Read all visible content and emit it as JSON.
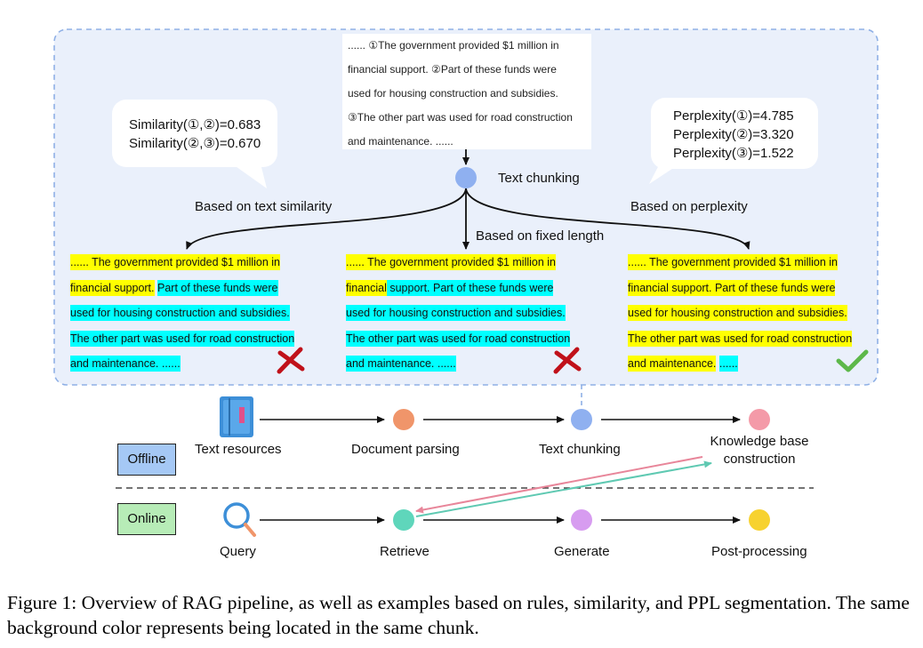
{
  "source_text": [
    "...... ①The government provided $1 million in",
    "financial support. ②Part of these funds were",
    "used for housing construction and subsidies.",
    "③The other part was used for road construction",
    "and maintenance. ......"
  ],
  "similarity": {
    "line1": "Similarity(①,②)=0.683",
    "line2": "Similarity(②,③)=0.670"
  },
  "perplexity": {
    "line1": "Perplexity(①)=4.785",
    "line2": "Perplexity(②)=3.320",
    "line3": "Perplexity(③)=1.522"
  },
  "labels": {
    "text_chunking_top": "Text chunking",
    "based_on_similarity": "Based on text similarity",
    "based_on_fixed": "Based on fixed length",
    "based_on_perplexity": "Based on perplexity"
  },
  "chunks": {
    "similarity": [
      [
        {
          "t": "...... The government provided $1 million in",
          "c": "y"
        }
      ],
      [
        {
          "t": "financial support.",
          "c": "y"
        },
        {
          "t": " ",
          "c": ""
        },
        {
          "t": "Part of these funds were",
          "c": "c"
        }
      ],
      [
        {
          "t": "used for housing construction and subsidies.",
          "c": "c"
        }
      ],
      [
        {
          "t": "The other part was used for road construction",
          "c": "c"
        }
      ],
      [
        {
          "t": "and maintenance. ......",
          "c": "c"
        }
      ]
    ],
    "fixed": [
      [
        {
          "t": "...... The government provided $1 million in",
          "c": "y"
        }
      ],
      [
        {
          "t": "financial",
          "c": "y"
        },
        {
          "t": " support. Part of these funds were",
          "c": "c"
        }
      ],
      [
        {
          "t": "used for housing construction and subsidies.",
          "c": "c"
        }
      ],
      [
        {
          "t": "The other part was used for road construction",
          "c": "c"
        }
      ],
      [
        {
          "t": "and maintenance. ......",
          "c": "c"
        }
      ]
    ],
    "perplexity": [
      [
        {
          "t": "...... The government provided $1 million in",
          "c": "y"
        }
      ],
      [
        {
          "t": "financial support. Part of these funds were",
          "c": "y"
        }
      ],
      [
        {
          "t": "used for housing construction and subsidies.",
          "c": "y"
        }
      ],
      [
        {
          "t": "The other part was used for road construction",
          "c": "y"
        }
      ],
      [
        {
          "t": "and maintenance.",
          "c": "y"
        },
        {
          "t": " ",
          "c": ""
        },
        {
          "t": "......",
          "c": "c"
        }
      ]
    ]
  },
  "pipeline": {
    "offline_tag": "Offline",
    "online_tag": "Online",
    "text_resources": "Text resources",
    "document_parsing": "Document parsing",
    "text_chunking": "Text chunking",
    "kb_line1": "Knowledge base",
    "kb_line2": "construction",
    "query": "Query",
    "retrieve": "Retrieve",
    "generate": "Generate",
    "post_processing": "Post-processing"
  },
  "colors": {
    "dashed_frame": "#8fb0e6",
    "frame_fill": "#eaf0fb",
    "chunk_node": "#8fb0f0",
    "parsing_node": "#f0956a",
    "kb_node": "#f49aa8",
    "retrieve_node": "#5fd6bb",
    "generate_node": "#d79cf0",
    "post_node": "#f7d22f",
    "offline_tag_fill": "#a5c8f5",
    "online_tag_fill": "#b7ecb7",
    "cross": "#c0111a",
    "check": "#5db84a",
    "highlight_yellow": "#ffff00",
    "highlight_cyan": "#00ffff"
  },
  "caption": "Figure 1: Overview of RAG pipeline, as well as examples based on rules, similarity, and PPL segmentation. The same background color represents being located in the same chunk."
}
